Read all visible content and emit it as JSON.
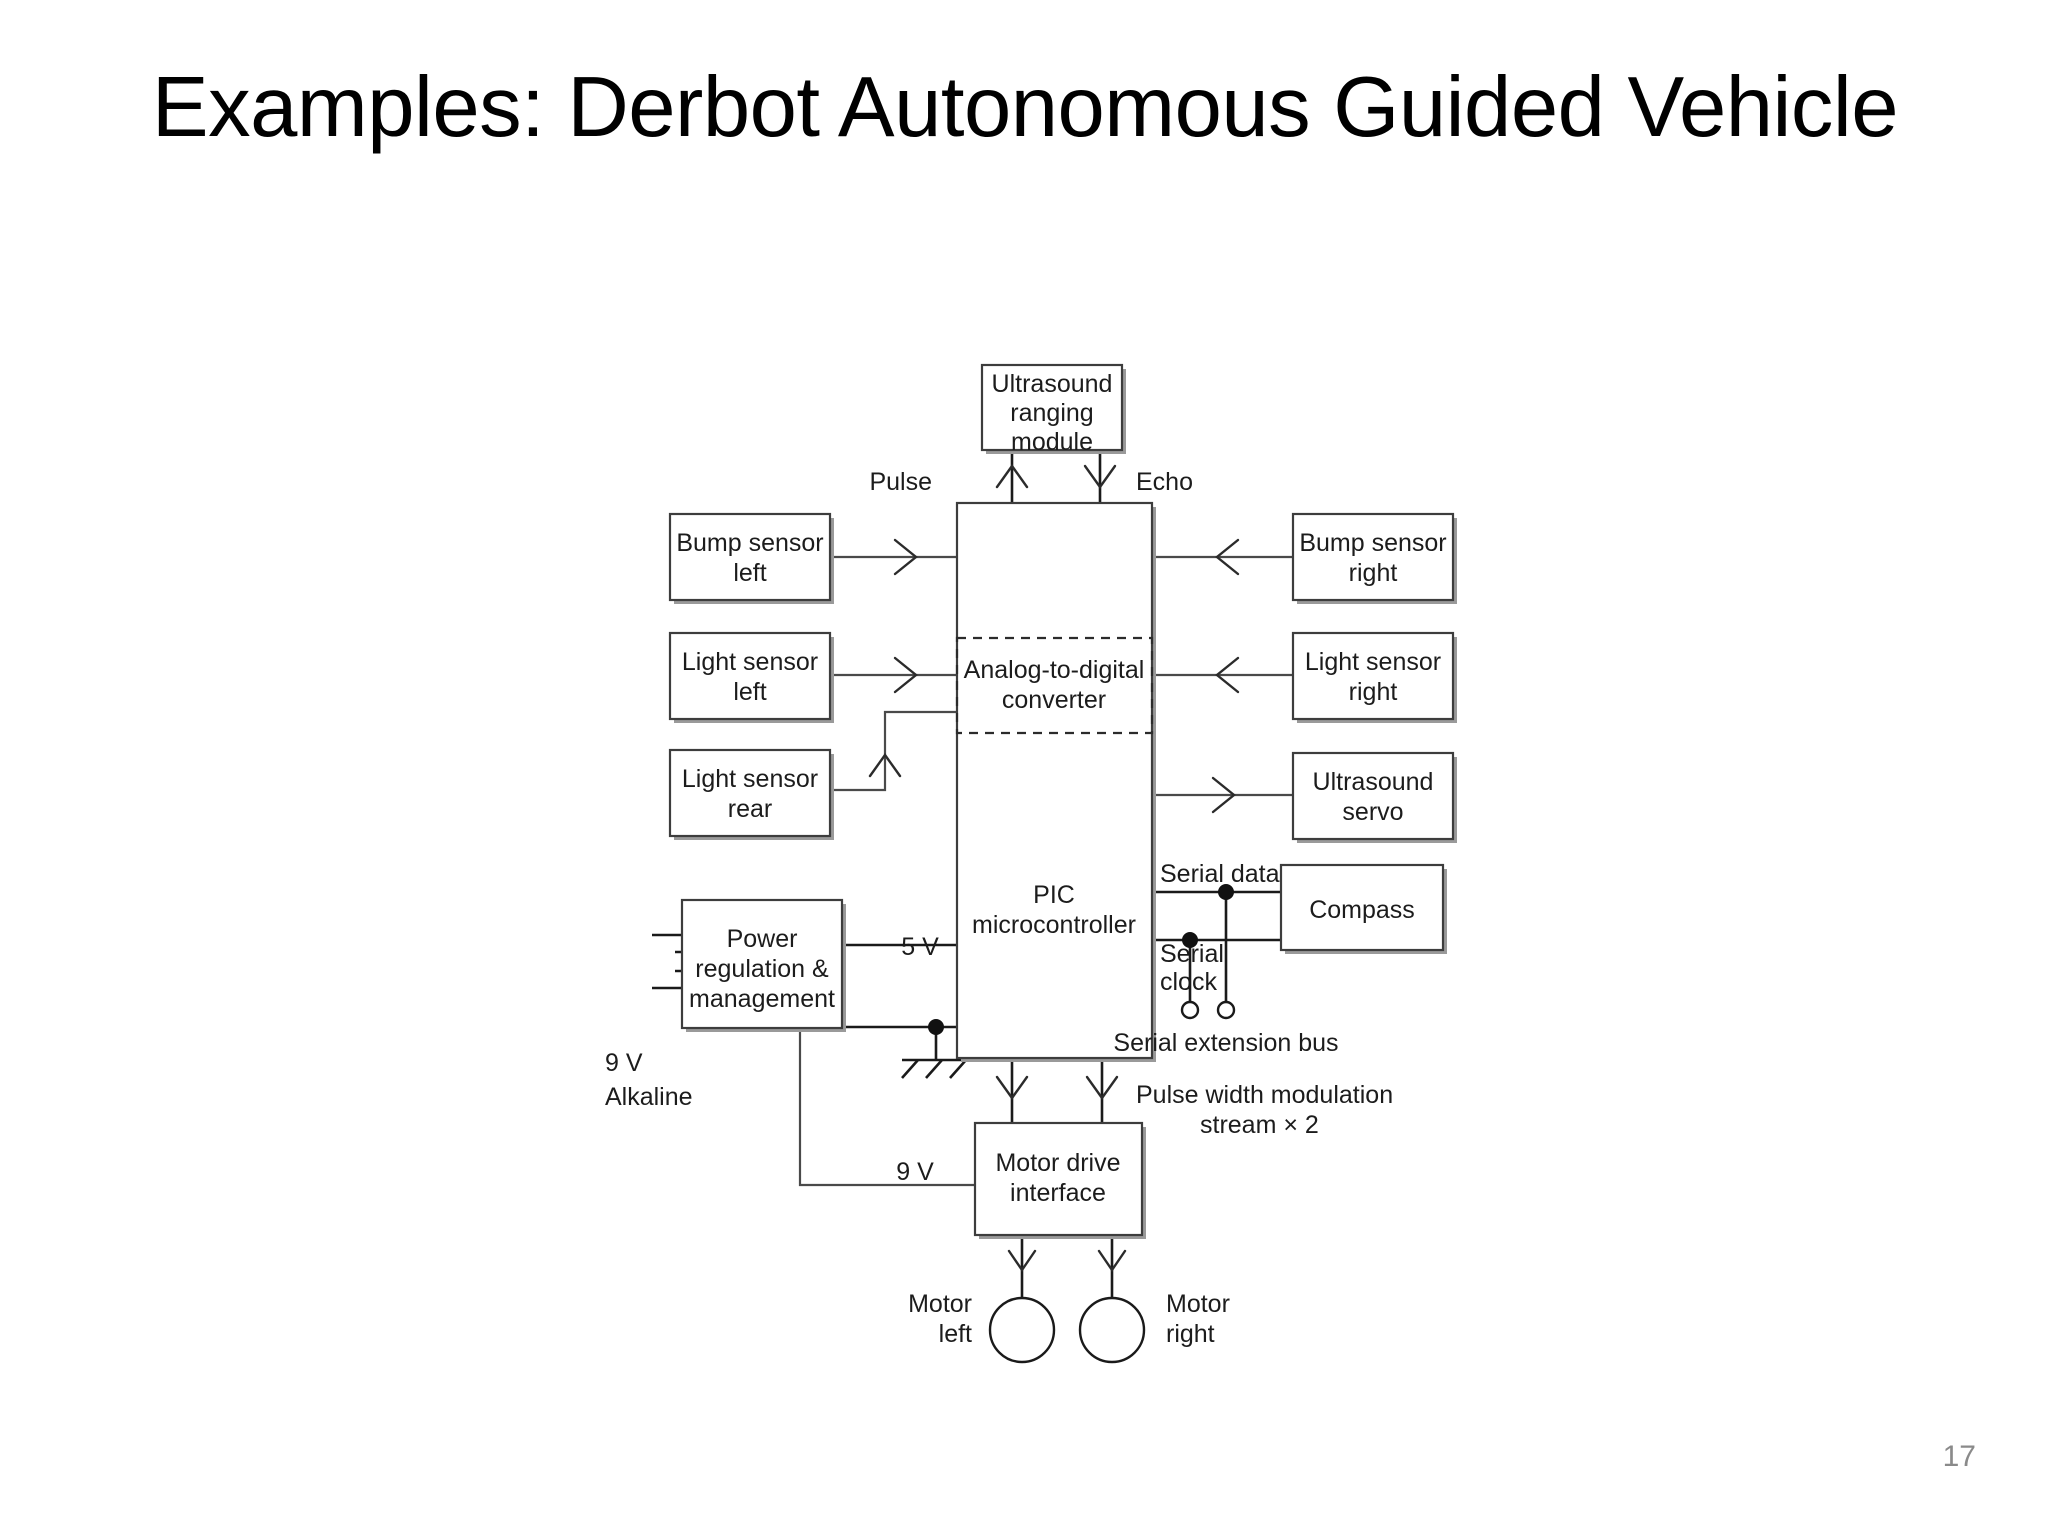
{
  "slide": {
    "title": "Examples: Derbot Autonomous Guided Vehicle",
    "page_number": "17"
  },
  "diagram": {
    "type": "block-diagram",
    "blocks": {
      "ultrasound_module": "Ultrasound\nranging\nmodule",
      "ultrasound_module_l1": "Ultrasound",
      "ultrasound_module_l2": "ranging",
      "ultrasound_module_l3": "module",
      "bump_left_l1": "Bump sensor",
      "bump_left_l2": "left",
      "bump_right_l1": "Bump sensor",
      "bump_right_l2": "right",
      "light_left_l1": "Light sensor",
      "light_left_l2": "left",
      "light_right_l1": "Light sensor",
      "light_right_l2": "right",
      "light_rear_l1": "Light sensor",
      "light_rear_l2": "rear",
      "adc_l1": "Analog-to-digital",
      "adc_l2": "converter",
      "pic_l1": "PIC",
      "pic_l2": "microcontroller",
      "ultrasound_servo_l1": "Ultrasound",
      "ultrasound_servo_l2": "servo",
      "compass": "Compass",
      "power_l1": "Power",
      "power_l2": "regulation &",
      "power_l3": "management",
      "motor_drive_l1": "Motor drive",
      "motor_drive_l2": "interface"
    },
    "signal_labels": {
      "pulse": "Pulse",
      "echo": "Echo",
      "serial_data": "Serial data",
      "serial_clock_l1": "Serial",
      "serial_clock_l2": "clock",
      "serial_extension_bus": "Serial extension bus",
      "five_volt": "5 V",
      "nine_volt_rail": "9 V",
      "battery_l1": "9 V",
      "battery_l2": "Alkaline",
      "pwm_l1": "Pulse width modulation",
      "pwm_l2": "stream × 2",
      "motor_left_l1": "Motor",
      "motor_left_l2": "left",
      "motor_right_l1": "Motor",
      "motor_right_l2": "right"
    },
    "colors": {
      "block_stroke": "#3d3d3d",
      "wire": "#4a4a4a",
      "text": "#1c1c1c",
      "page_number": "#8a8a8a",
      "background": "#ffffff"
    }
  }
}
